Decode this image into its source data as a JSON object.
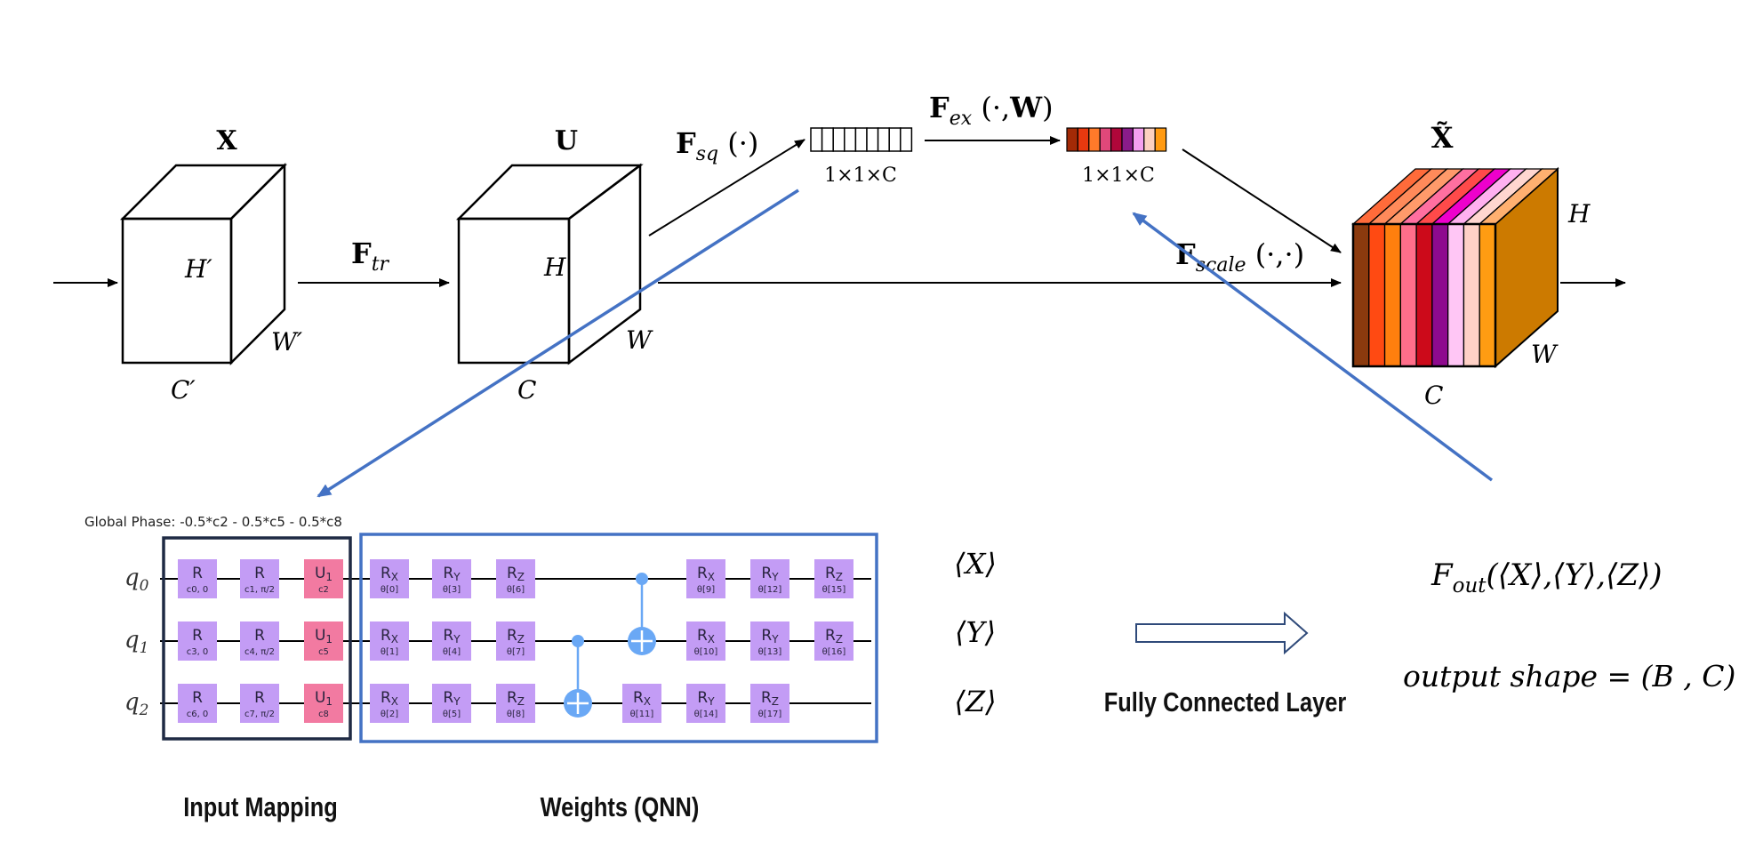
{
  "top": {
    "label_x": "X",
    "label_u": "U",
    "label_x_tilde": "X̃",
    "h_prime": "H′",
    "w_prime": "W′",
    "c_prime": "C′",
    "h": "H",
    "w": "W",
    "c": "C",
    "f_tr": {
      "base": "F",
      "sub": "tr"
    },
    "f_sq": {
      "base": "F",
      "sub": "sq",
      "arg": " (·)"
    },
    "f_ex": {
      "base": "F",
      "sub": "ex",
      "arg": " (·,",
      "bold_tail": "W",
      "close": ")"
    },
    "f_scale": {
      "base": "F",
      "sub": "scale",
      "arg": " (·,·)"
    },
    "shape_1": "1×1×C",
    "shape_2": "1×1×C"
  },
  "colors": {
    "arrow": "#000000",
    "blue": "#4472c4",
    "gate_purple": "#c39cf5",
    "gate_pink": "#f27aa1",
    "wire": "#000000",
    "control": "#6aa8f5",
    "input_box": "#1f2a44",
    "weights_box": "#4472c4",
    "channels": [
      "#8b3a0e",
      "#ff4a12",
      "#ff7f0e",
      "#ff6e8a",
      "#cc0a1a",
      "#8e0a8e",
      "#ffc6f5",
      "#ffd1c6",
      "#ff9c12"
    ],
    "excite_channels": [
      "#a32a06",
      "#e8390f",
      "#ff7a2a",
      "#e0487a",
      "#b0073a",
      "#8a1c8a",
      "#f4a0f0",
      "#fcd0c0",
      "#ff9a12"
    ],
    "top_face": [
      "#ff6b3a",
      "#ff8a5a",
      "#ff9a6a",
      "#ff6fa0",
      "#ff4a4a",
      "#ee00cc",
      "#ffb0f0",
      "#ffd6d0",
      "#ffb070"
    ],
    "side_face": "#cc7a00"
  },
  "circuit": {
    "global_phase": "Global Phase: -0.5*c2 - 0.5*c5 - 0.5*c8",
    "qubits": [
      {
        "base": "q",
        "sub": "0"
      },
      {
        "base": "q",
        "sub": "1"
      },
      {
        "base": "q",
        "sub": "2"
      }
    ],
    "input_gates": [
      [
        {
          "main": "R",
          "sub": "c0, 0"
        },
        {
          "main": "R",
          "sub": "c1, π/2"
        },
        {
          "main": "U",
          "msub": "1",
          "sub": "c2"
        }
      ],
      [
        {
          "main": "R",
          "sub": "c3, 0"
        },
        {
          "main": "R",
          "sub": "c4, π/2"
        },
        {
          "main": "U",
          "msub": "1",
          "sub": "c5"
        }
      ],
      [
        {
          "main": "R",
          "sub": "c6, 0"
        },
        {
          "main": "R",
          "sub": "c7, π/2"
        },
        {
          "main": "U",
          "msub": "1",
          "sub": "c8"
        }
      ]
    ],
    "weight_gates_a": [
      [
        {
          "main": "R",
          "msub": "X",
          "sub": "θ[0]"
        },
        {
          "main": "R",
          "msub": "Y",
          "sub": "θ[3]"
        },
        {
          "main": "R",
          "msub": "Z",
          "sub": "θ[6]"
        }
      ],
      [
        {
          "main": "R",
          "msub": "X",
          "sub": "θ[1]"
        },
        {
          "main": "R",
          "msub": "Y",
          "sub": "θ[4]"
        },
        {
          "main": "R",
          "msub": "Z",
          "sub": "θ[7]"
        }
      ],
      [
        {
          "main": "R",
          "msub": "X",
          "sub": "θ[2]"
        },
        {
          "main": "R",
          "msub": "Y",
          "sub": "θ[5]"
        },
        {
          "main": "R",
          "msub": "Z",
          "sub": "θ[8]"
        }
      ]
    ],
    "weight_gates_b": [
      [
        {
          "main": "R",
          "msub": "X",
          "sub": "θ[9]"
        },
        {
          "main": "R",
          "msub": "Y",
          "sub": "θ[12]"
        },
        {
          "main": "R",
          "msub": "Z",
          "sub": "θ[15]"
        }
      ],
      [
        {
          "main": "R",
          "msub": "X",
          "sub": "θ[10]"
        },
        {
          "main": "R",
          "msub": "Y",
          "sub": "θ[13]"
        },
        {
          "main": "R",
          "msub": "Z",
          "sub": "θ[16]"
        }
      ]
    ],
    "q2_rx": {
      "main": "R",
      "msub": "X",
      "sub": "θ[11]"
    },
    "q2_tail": [
      {
        "main": "R",
        "msub": "Y",
        "sub": "θ[14]"
      },
      {
        "main": "R",
        "msub": "Z",
        "sub": "θ[17]"
      }
    ]
  },
  "expectations": [
    "⟨X⟩",
    "⟨Y⟩",
    "⟨Z⟩"
  ],
  "fc_label": "Fully Connected Layer",
  "input_mapping_label": "Input Mapping",
  "weights_label": "Weights (QNN)",
  "f_out": {
    "base": "F",
    "sub": "out",
    "args": "(⟨X⟩,⟨Y⟩,⟨Z⟩)"
  },
  "output_shape": "output shape = (B , C)"
}
